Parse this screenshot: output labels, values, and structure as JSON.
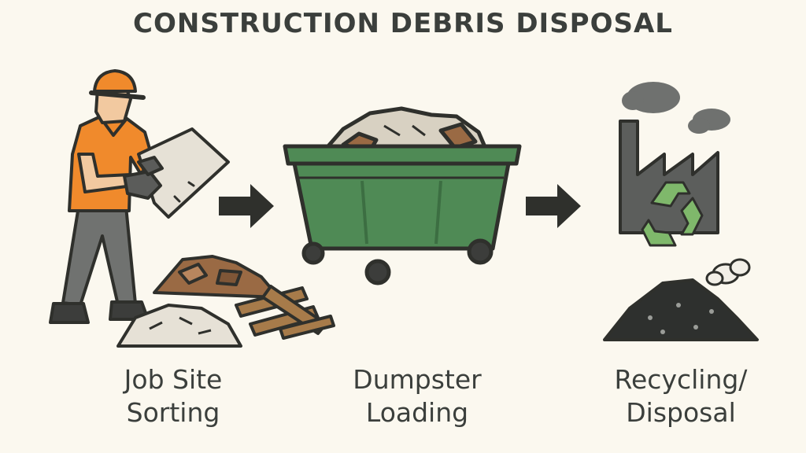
{
  "title": "CONSTRUCTION DEBRIS DISPOSAL",
  "steps": [
    {
      "line1": "Job Site",
      "line2": "Sorting"
    },
    {
      "line1": "Dumpster",
      "line2": "Loading"
    },
    {
      "line1": "Recycling/",
      "line2": "Disposal"
    }
  ],
  "colors": {
    "background": "#fbf8ef",
    "outline": "#2f302c",
    "worker_shirt": "#f08a2c",
    "hard_hat": "#f08a2c",
    "dumpster": "#4f8a55",
    "recycle_symbol": "#7fb86b",
    "factory": "#5c5e5c",
    "smoke": "#6f716f",
    "brick_rubble": "#9a6a44",
    "wood_debris": "#a77b4a",
    "concrete_rubble": "#e6e1d6",
    "asphalt_pile": "#2e302e"
  }
}
